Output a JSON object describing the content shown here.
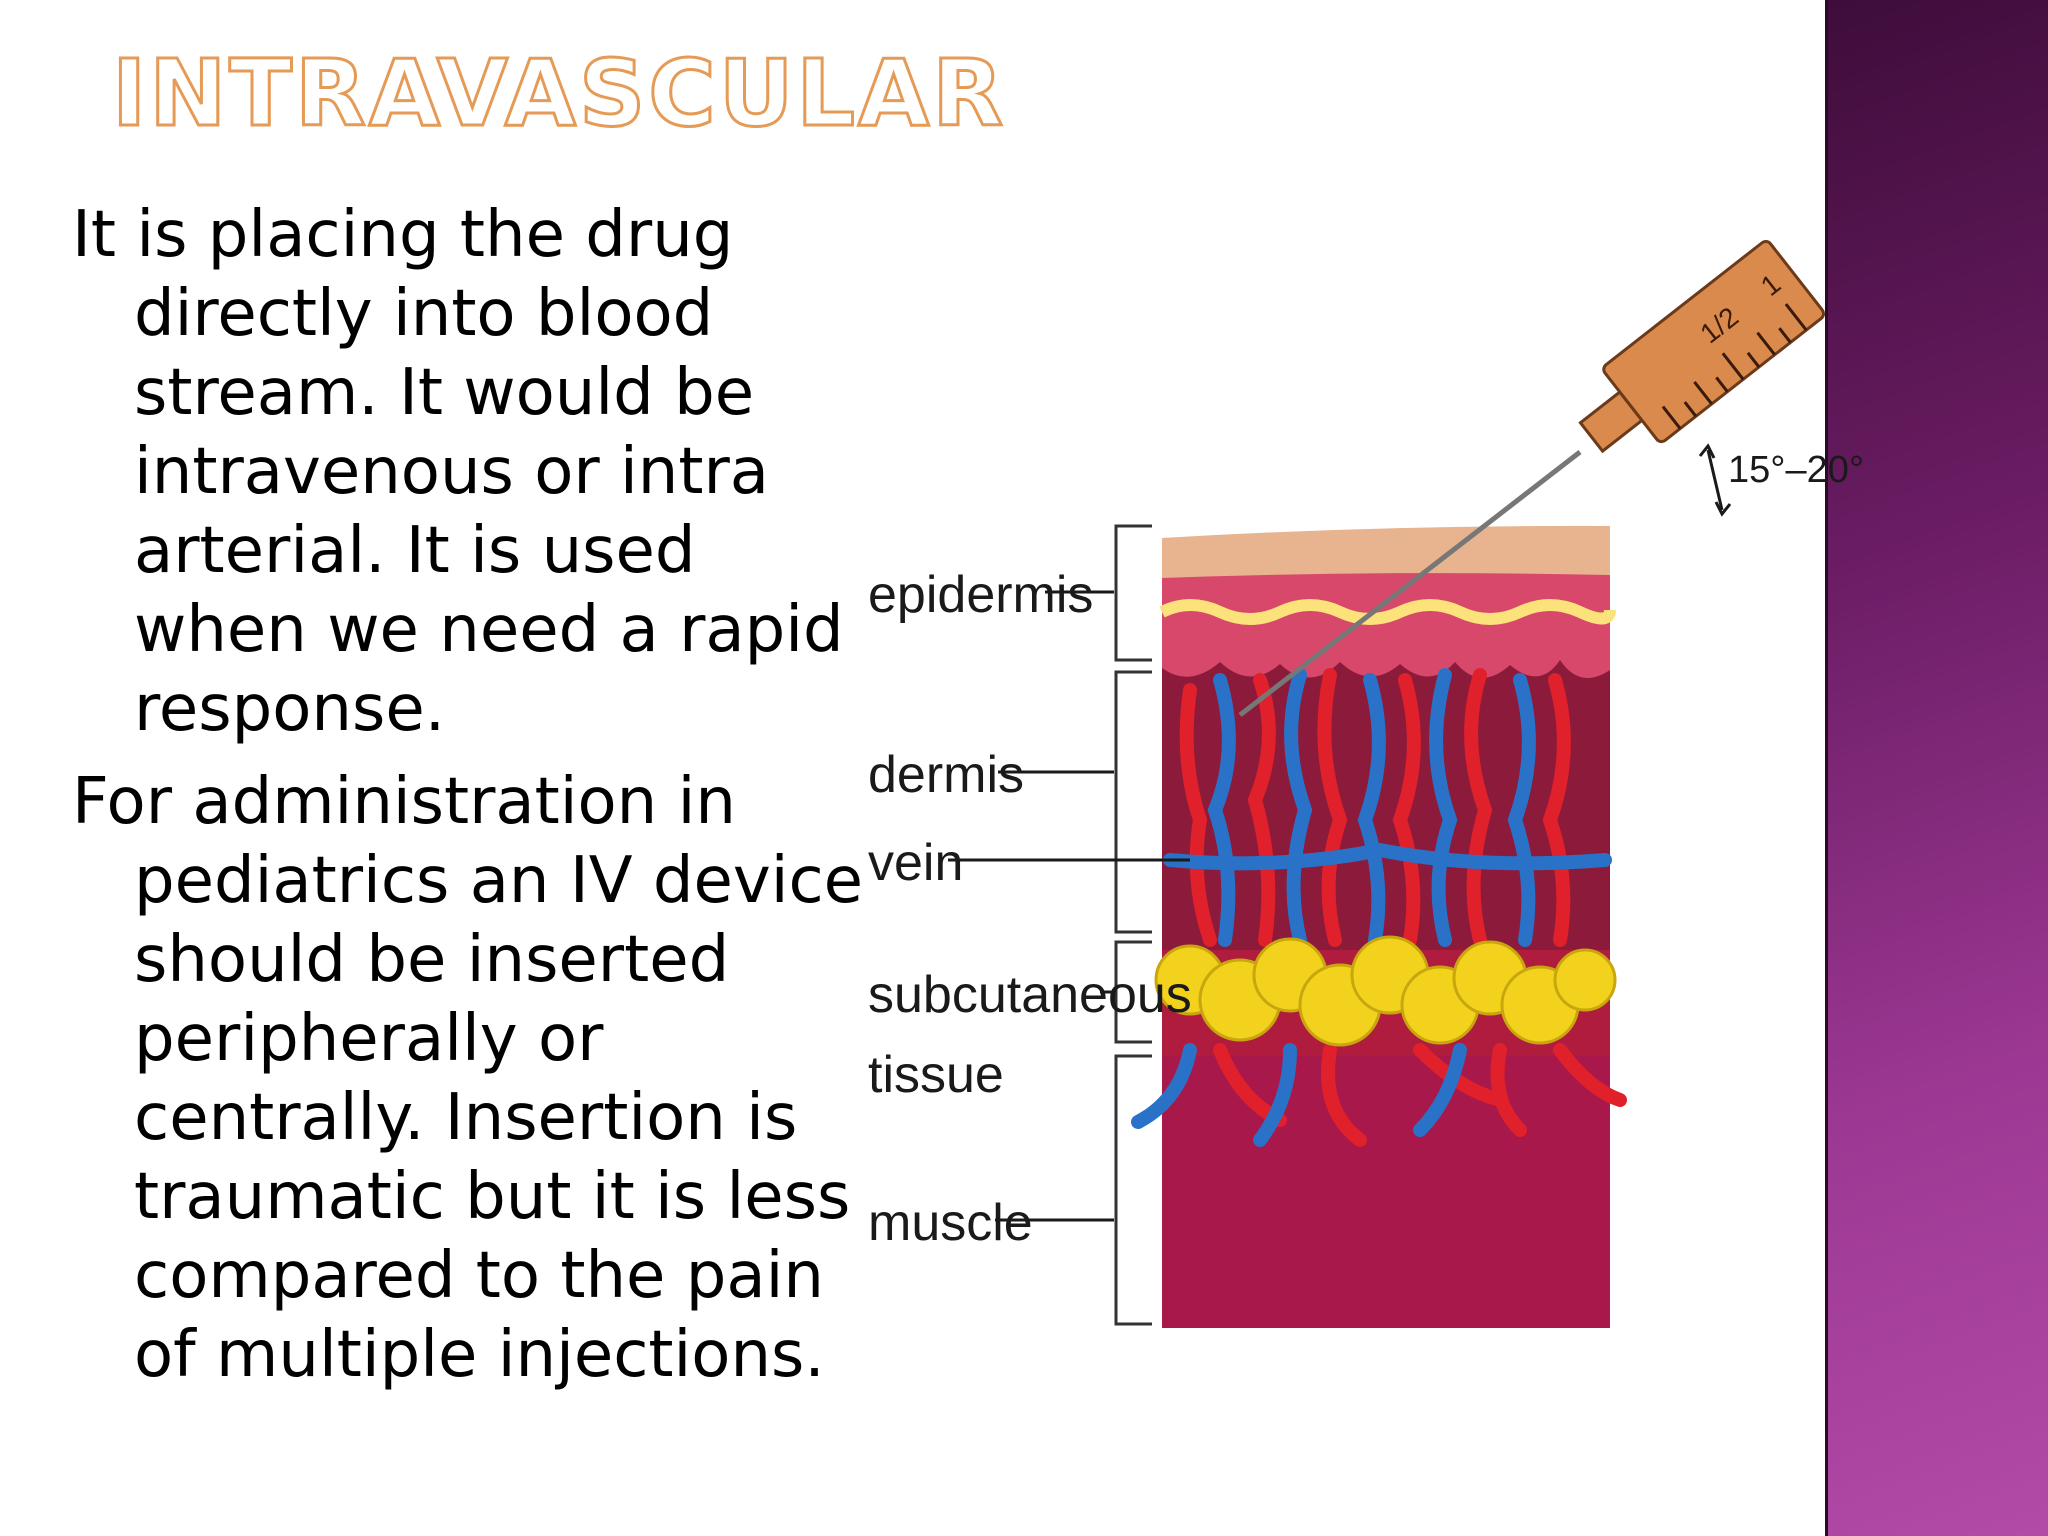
{
  "slide": {
    "title": "INTRAVASCULAR",
    "paragraphs": [
      "It is placing the drug directly into blood stream. It would be intravenous or intra arterial. It is used when we need a rapid response.",
      "For administration in pediatrics an IV device should be inserted peripherally or centrally. Insertion is traumatic but it is less compared to the pain of multiple injections."
    ]
  },
  "figure": {
    "angle_label": "15°–20°",
    "syringe_marks": [
      "1",
      "1/2"
    ],
    "labels": {
      "epidermis": "epidermis",
      "dermis": "dermis",
      "vein": "vein",
      "subcutaneous": "subcutaneous",
      "tissue": "tissue",
      "muscle": "muscle"
    },
    "colors": {
      "skin_top": "#e8b48f",
      "epidermis": "#d8486a",
      "dermis": "#8c1a3a",
      "vein": "#2a72c8",
      "artery": "#e0202a",
      "fat": "#f2d21c",
      "muscle": "#a8184a",
      "syringe": "#d98a4c",
      "accent_band": "#8a2b80"
    }
  }
}
